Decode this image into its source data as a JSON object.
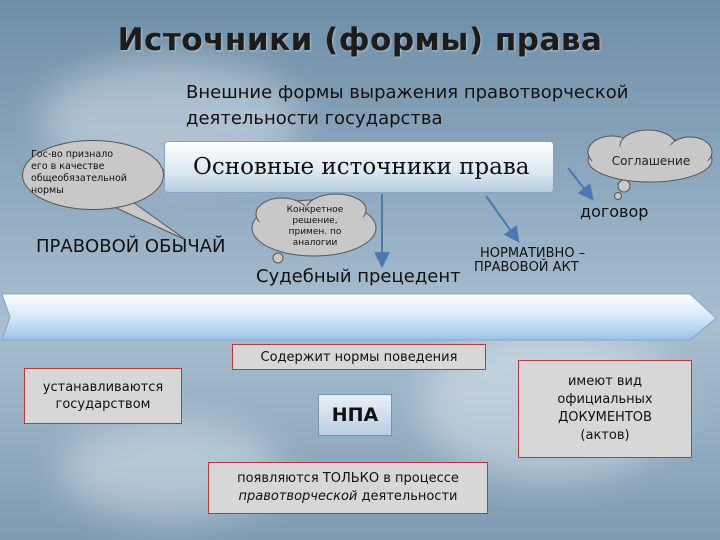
{
  "title": "Источники (формы) права",
  "subtitle_line1": "Внешние формы выражения правотворческой",
  "subtitle_line2": "деятельности  государства",
  "bubble_left": {
    "line1": "Гос-во признало",
    "line2": "его в качестве",
    "line3": "общеобязательной",
    "line4": "нормы"
  },
  "main_box": "Основные источники права",
  "cloud_agreement": "Соглашение",
  "cloud_concrete": {
    "line1": "Конкретное",
    "line2": "решение,",
    "line3": "примен. по",
    "line4": "аналогии"
  },
  "custom": "ПРАВОВОЙ ОБЫЧАЙ",
  "contract": "договор",
  "precedent": "Судебный прецедент",
  "normative_act": {
    "line1": "НОРМАТИВНО –",
    "line2": "ПРАВОВОЙ АКТ"
  },
  "contains_norms": "Содержит нормы поведения",
  "established": {
    "line1": "устанавливаются",
    "line2": "государством"
  },
  "npa": "НПА",
  "documents": {
    "line1": "имеют вид",
    "line2": "официальных",
    "line3": "ДОКУМЕНТОВ",
    "line4": "(актов)"
  },
  "appear": {
    "line1_a": "появляются ",
    "line1_b": "ТОЛЬКО",
    "line1_c": " в процессе",
    "line2_a": "правотворческой",
    "line2_b": " деятельности"
  },
  "colors": {
    "box_border": "#b23b3b",
    "arrow": "#4a78b0",
    "band": "#d6e8fa"
  }
}
